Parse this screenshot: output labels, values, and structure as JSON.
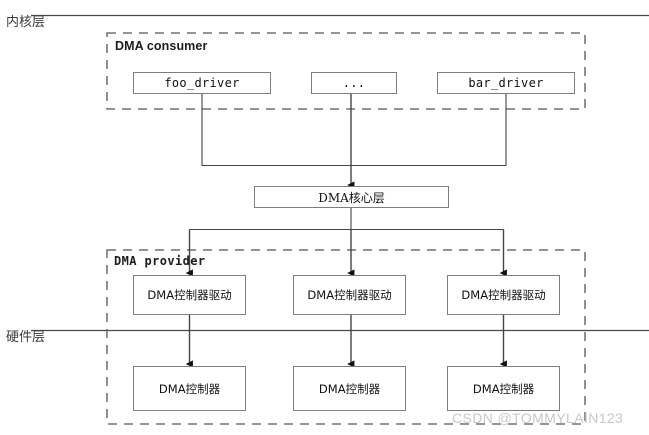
{
  "diagram": {
    "title": "DMA framework layering",
    "colors": {
      "box_border": "#7d7d7d",
      "dashed_border": "#555555",
      "line": "#444444",
      "text": "#111111",
      "layer_text": "#3a3a3a",
      "watermark": "#c8c8c8",
      "background": "#ffffff"
    },
    "layers": [
      {
        "id": "kernel",
        "label": "内核层"
      },
      {
        "id": "hardware",
        "label": "硬件层"
      }
    ],
    "groups": [
      {
        "id": "consumer",
        "label": "DMA consumer"
      },
      {
        "id": "provider",
        "label": "DMA provider"
      }
    ],
    "consumer_nodes": [
      {
        "id": "foo_driver",
        "label": "foo_driver"
      },
      {
        "id": "ellipsis",
        "label": "..."
      },
      {
        "id": "bar_driver",
        "label": "bar_driver"
      }
    ],
    "core_node": {
      "id": "dma-core",
      "label": "DMA核心层"
    },
    "provider_nodes": [
      {
        "id": "drv-1",
        "label": "DMA控制器驱动"
      },
      {
        "id": "drv-2",
        "label": "DMA控制器驱动"
      },
      {
        "id": "drv-3",
        "label": "DMA控制器驱动"
      }
    ],
    "hardware_nodes": [
      {
        "id": "ctrl-1",
        "label": "DMA控制器"
      },
      {
        "id": "ctrl-2",
        "label": "DMA控制器"
      },
      {
        "id": "ctrl-3",
        "label": "DMA控制器"
      }
    ],
    "watermark": "CSDN @TOMMYLAIN123"
  }
}
